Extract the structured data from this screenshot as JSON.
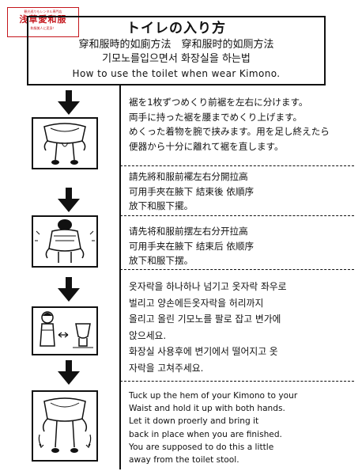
{
  "logo": {
    "small_top": "観光巡りもレンタル専門店",
    "main": "浅草愛和服",
    "small_bottom": "和服美人に変身！"
  },
  "header": {
    "title": "トイレの入り方",
    "line_zh": "穿和服時的如廁方法　穿和服时的如厕方法",
    "line_ko": "기모노를입으면서 화장실을 하는법",
    "line_en": "How to use the toilet when wear Kimono."
  },
  "steps": [
    {
      "lines": [
        "裾を1枚ずつめくり前裾を左右に分けます。",
        "両手に持った裾を腰までめくり上げます。",
        "めくった着物を腕で挟みます。用を足し終えたら",
        "便器から十分に離れて裾を直します。"
      ]
    },
    {
      "lines": [
        "請先將和服前襬左右分開拉高",
        "可用手夾在腋下 結束後 依順序",
        "放下和服下擺。"
      ]
    },
    {
      "lines": [
        "请先将和服前摆左右分开拉高",
        "可用手夹在腋下 结束后 依顺序",
        "放下和服下摆。"
      ]
    },
    {
      "lines": [
        "옷자락을 하나하나 넘기고 옷자락 좌우로",
        "벌리고 양손에든옷자락을 허리까지",
        "올리고 올린 기모노를 팔로 잡고 변가에",
        "앉으세요.",
        "화장실 사용후에 변기에서 떨어지고 옷",
        "자락을 고쳐주세요."
      ]
    },
    {
      "lines": [
        "Tuck up the hem of your Kimono to your",
        "Waist and hold it up with both hands.",
        "Let it down proerly and bring it",
        "back in place when you are finished.",
        "You are supposed to do this a little",
        "away from the toilet stool."
      ]
    }
  ],
  "colors": {
    "logo_red": "#c4161c",
    "ink": "#111111"
  }
}
